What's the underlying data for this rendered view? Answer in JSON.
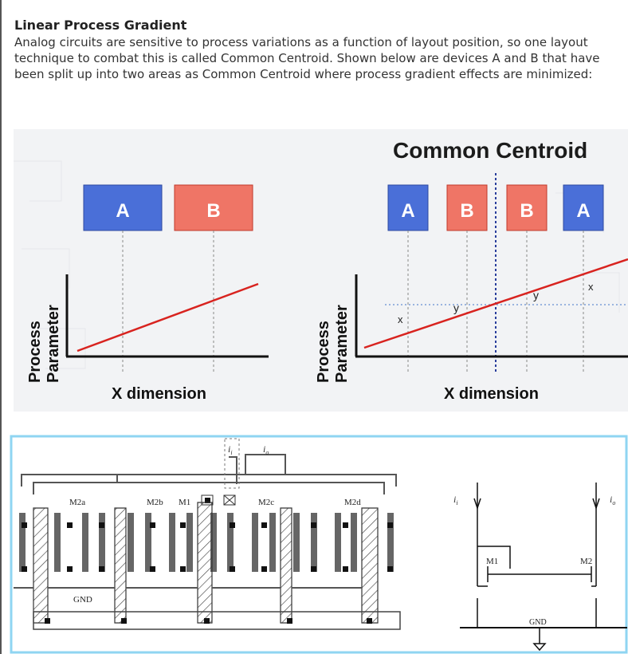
{
  "section": {
    "title": "Linear Process Gradient",
    "body": "Analog circuits are sensitive to process variations as a function of layout position, so one layout technique to combat this is called Common Centroid. Shown below are devices A and B that have been split up into two areas as Common Centroid where process gradient effects are minimized:"
  },
  "figure1": {
    "title": "Common Centroid",
    "left_devices": [
      "A",
      "B"
    ],
    "right_devices": [
      "A",
      "B",
      "B",
      "A"
    ],
    "y_axis_line1": "Process",
    "y_axis_line2": "Parameter",
    "x_axis": "X dimension",
    "markers": [
      "x",
      "y",
      "y",
      "x"
    ]
  },
  "figure2": {
    "layout_labels": [
      "M2a",
      "M2b",
      "M1",
      "M2c",
      "M2d"
    ],
    "gnd": "GND",
    "current_in": "i",
    "current_out": "i",
    "sub_in": "i",
    "sub_out": "o",
    "schematic": {
      "m1": "M1",
      "m2": "M2",
      "gnd": "GND"
    }
  },
  "colors": {
    "device_a": "#4a6fd8",
    "device_b": "#ef7566",
    "gradient_line": "#d8231f"
  }
}
